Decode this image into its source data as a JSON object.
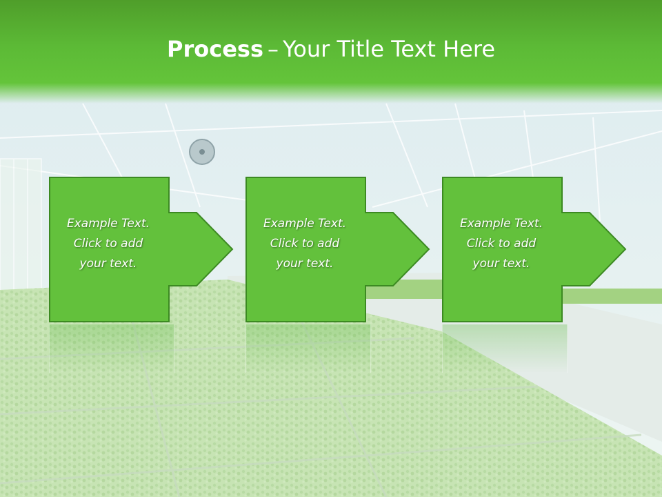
{
  "title": {
    "bold": "Process",
    "separator": "–",
    "rest": "Your Title Text Here"
  },
  "steps": [
    {
      "lines": [
        "Example Text.",
        "Click  to add",
        "your text."
      ]
    },
    {
      "lines": [
        "Example Text.",
        "Click  to add",
        "your text."
      ]
    },
    {
      "lines": [
        "Example Text.",
        "Click  to add",
        "your text."
      ]
    }
  ],
  "colors": {
    "title_bar": "#5cba36",
    "box_fill": "#63c13c",
    "box_stroke": "#3c8a22",
    "text": "#ffffff"
  },
  "background": "greenhouse-photo"
}
